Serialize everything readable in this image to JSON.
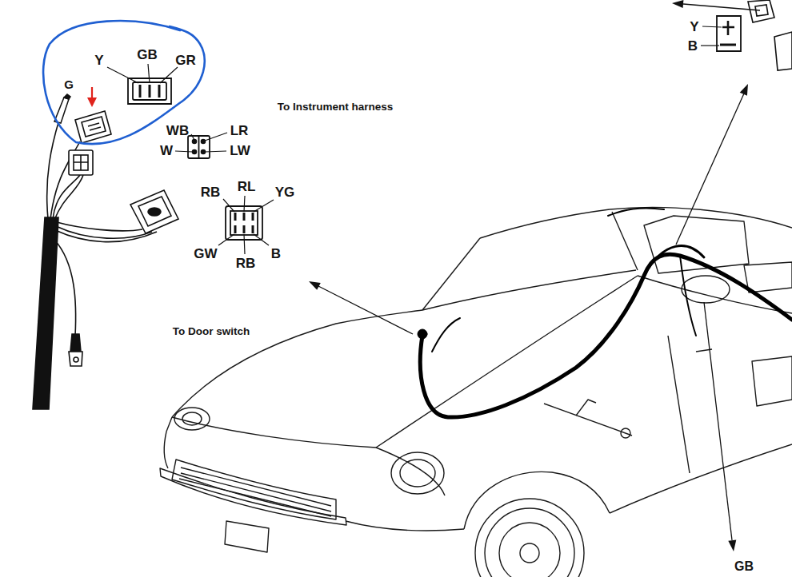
{
  "diagram": {
    "labels": [
      "Y",
      "B",
      "Y",
      "GB",
      "GR",
      "G",
      "To Instrument harness",
      "WB",
      "LR",
      "W",
      "LW",
      "RB",
      "RL",
      "YG",
      "GW",
      "RB",
      "B",
      "To Door switch",
      "GB"
    ]
  }
}
